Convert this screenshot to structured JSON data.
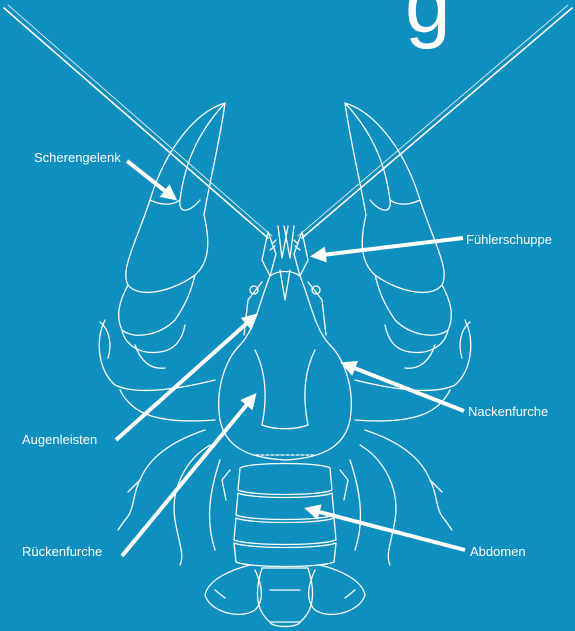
{
  "title_fragment": "g",
  "colors": {
    "background": "#0f8fc0",
    "line": "#ffffff"
  },
  "labels": {
    "scherengelenk": "Scherengelenk",
    "fuehlerschuppe": "Fühlerschuppe",
    "nackenfurche": "Nackenfurche",
    "augenleisten": "Augenleisten",
    "rueckenfurche": "Rückenfurche",
    "abdomen": "Abdomen"
  }
}
